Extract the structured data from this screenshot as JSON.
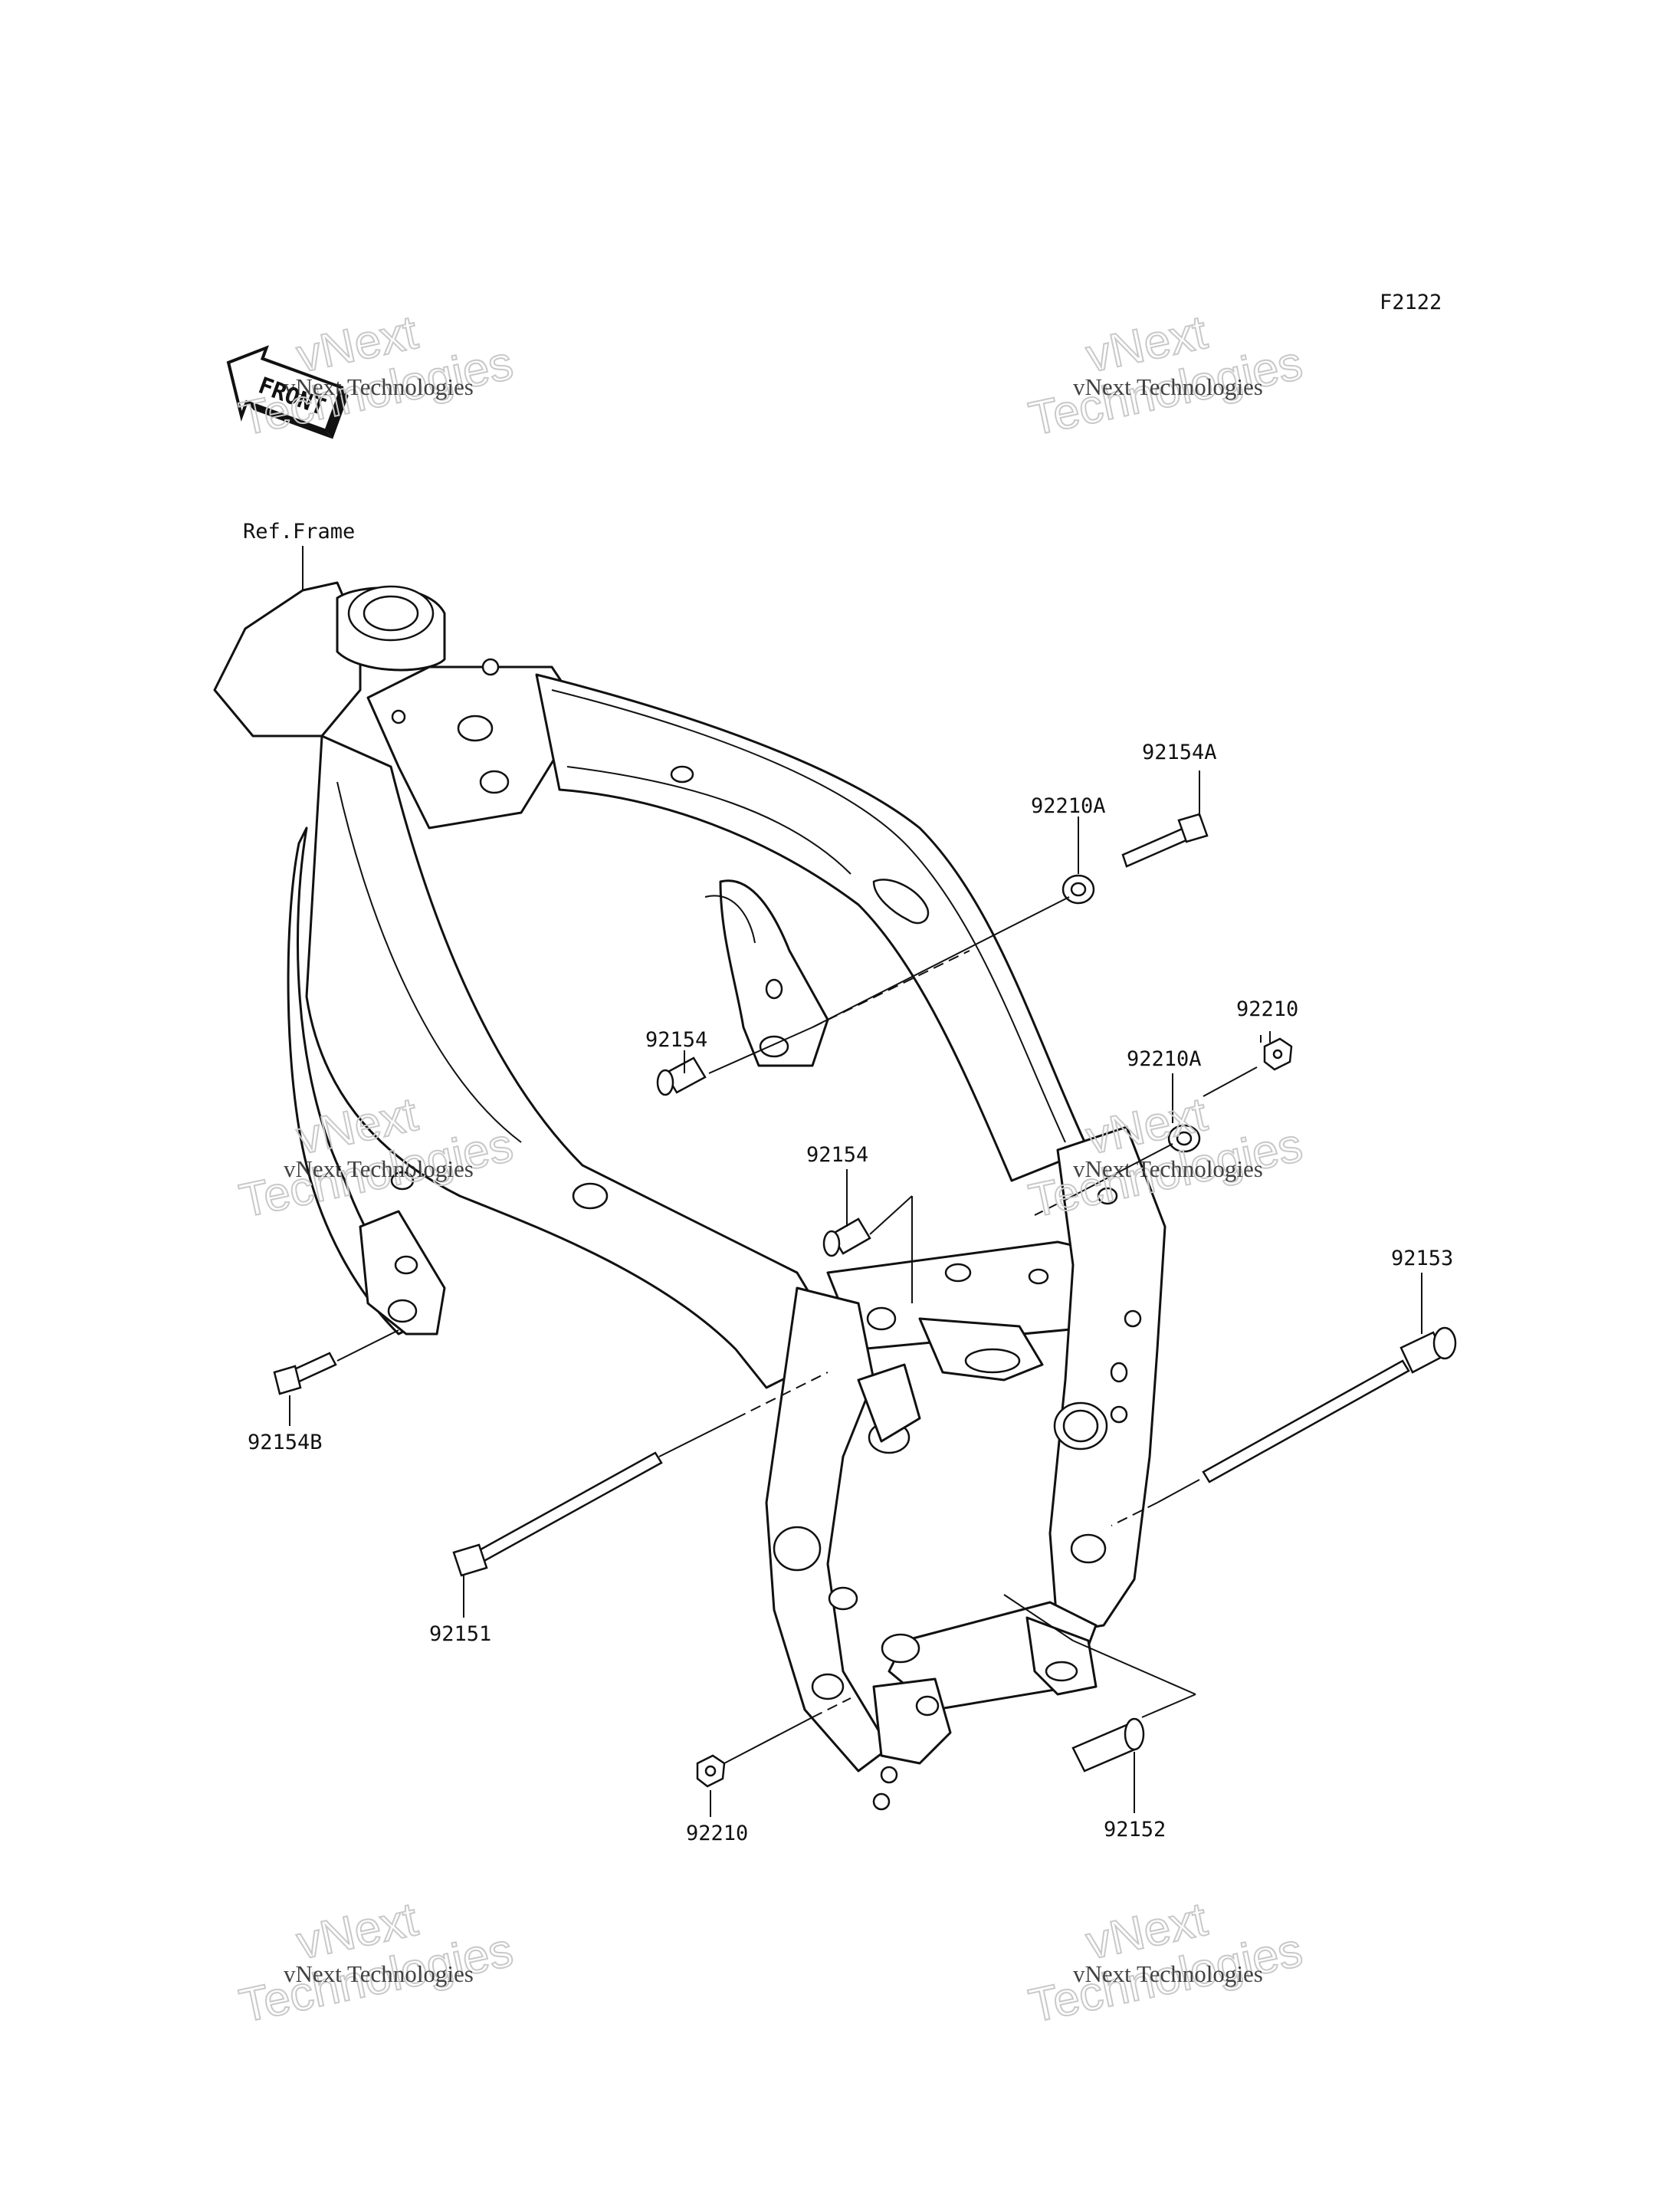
{
  "diagram_code": "F2122",
  "ref_label": "Ref.Frame",
  "front_badge": "FRONT",
  "watermark": {
    "line1": "vNext Technologies",
    "line2a": "vNext",
    "line2b": "Technologies"
  },
  "parts": {
    "p92154A": "92154A",
    "p92210A_top": "92210A",
    "p92154_upper": "92154",
    "p92210_right": "92210",
    "p92210A_mid": "92210A",
    "p92154_mid": "92154",
    "p92153": "92153",
    "p92154B": "92154B",
    "p92151": "92151",
    "p92210_bottom": "92210",
    "p92152": "92152"
  }
}
